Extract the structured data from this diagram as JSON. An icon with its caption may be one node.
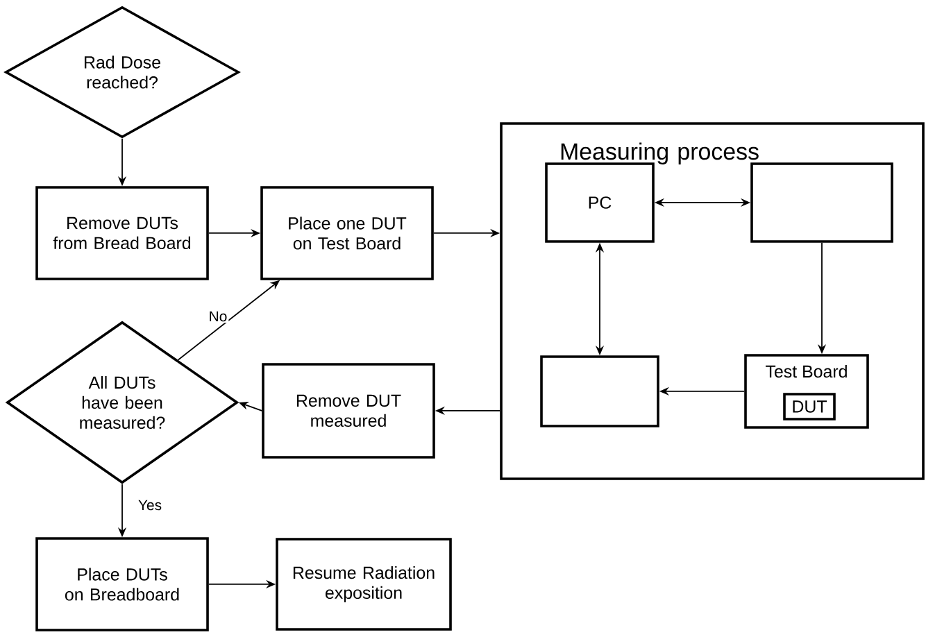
{
  "diagram": {
    "nodes": [
      {
        "text": [
          "Rad Dose reached?"
        ]
      },
      {
        "text": [
          "Remove DUTs from Bread Board"
        ]
      },
      {
        "text": [
          "Place one DUT on Test Board"
        ]
      },
      {
        "text": [
          "Measuring process"
        ]
      },
      {
        "text": [
          "PC"
        ],
        "in": 3
      },
      {
        "text": [],
        "shape": "box",
        "in": 3
      },
      {
        "text": [],
        "shape": "box",
        "in": 3
      },
      {
        "text": [
          "Test Board"
        ],
        "in": 3
      },
      {
        "text": [
          "DUT"
        ],
        "in": 7
      },
      {
        "text": [
          "Remove DUT measured"
        ]
      },
      {
        "text": [
          "All DUTs have been measured?"
        ]
      },
      {
        "text": [
          "Place DUTs on Breadboard"
        ]
      },
      {
        "text": [
          "Resume Radiation exposition"
        ]
      }
    ],
    "edges": [
      {
        "from": 0,
        "to": 1,
        "arrow": "to"
      },
      {
        "from": 1,
        "to": 2,
        "arrow": "to"
      },
      {
        "from": 2,
        "to": 3,
        "arrow": "to"
      },
      {
        "from": 4,
        "to": 5,
        "arrow": "both"
      },
      {
        "from": 4,
        "to": 6,
        "arrow": "both"
      },
      {
        "from": 5,
        "to": 7,
        "arrow": "to"
      },
      {
        "from": 7,
        "to": 6,
        "arrow": "to"
      },
      {
        "from": 3,
        "to": 9,
        "arrow": "to"
      },
      {
        "from": 9,
        "to": 10,
        "arrow": "to"
      },
      {
        "from": 10,
        "to": 2,
        "arrow": "to",
        "label": "No"
      },
      {
        "from": 10,
        "to": 11,
        "arrow": "to",
        "label": "Yes"
      },
      {
        "from": 11,
        "to": 12,
        "arrow": "to"
      }
    ]
  }
}
